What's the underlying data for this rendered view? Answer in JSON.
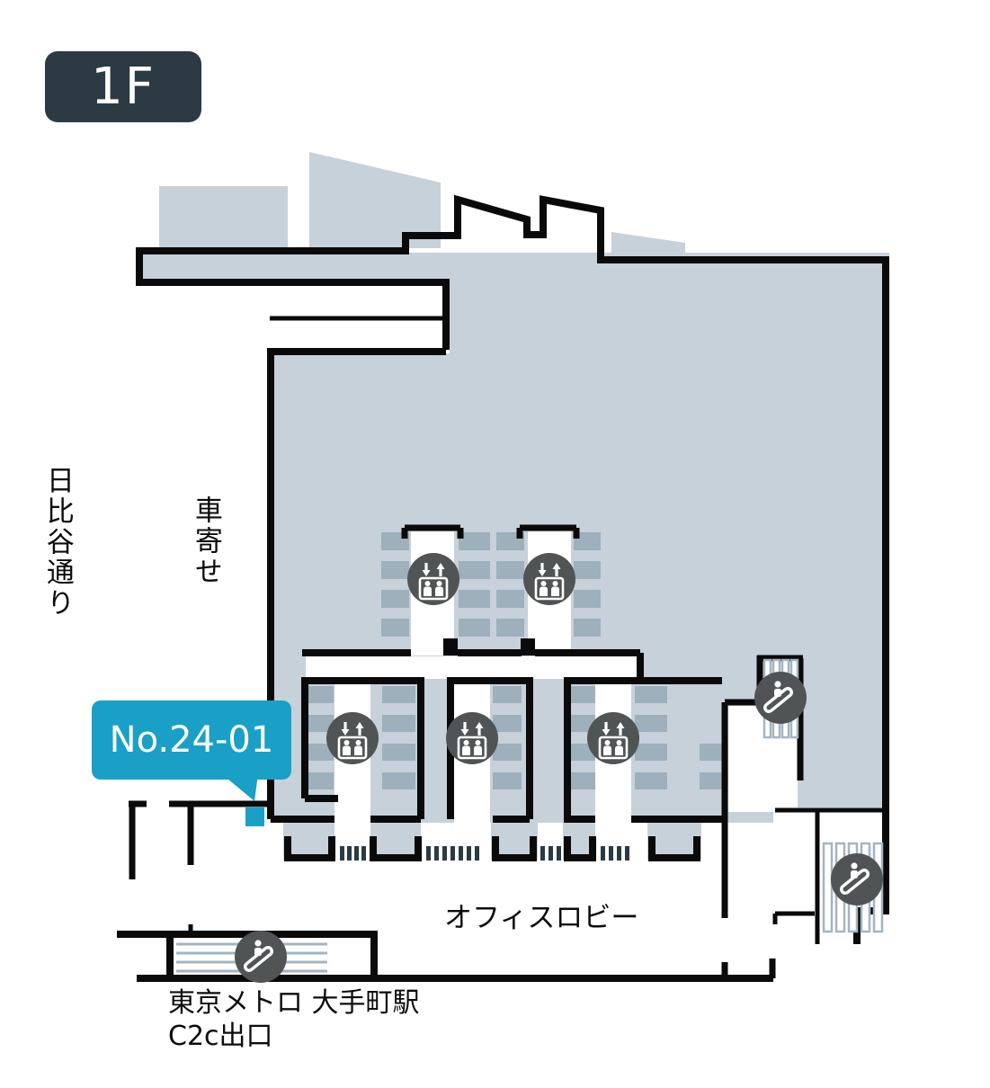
{
  "floor_badge": {
    "label": "1F"
  },
  "map_labels": {
    "street_name": "日比谷通り",
    "car_porch": "車寄せ",
    "office_lobby": "オフィスロビー",
    "metro_station_line1": "東京メトロ 大手町駅",
    "metro_station_line2": "C2c出口"
  },
  "unit_callout": {
    "label": "No.24-01"
  },
  "icons": {
    "elevator": {
      "name": "elevator-icon",
      "count": 5
    },
    "escalator": {
      "name": "escalator-icon",
      "count": 3
    }
  },
  "colors": {
    "floor_fill": "#c7d1d9",
    "door_fill": "#9db0bc",
    "wall": "#0a0a0a",
    "icon_circle": "#515455",
    "accent": "#1aa0c7",
    "badge_bg": "#2c3a43",
    "tick": "#2c3b43",
    "stripe": "#a3b5c2"
  }
}
